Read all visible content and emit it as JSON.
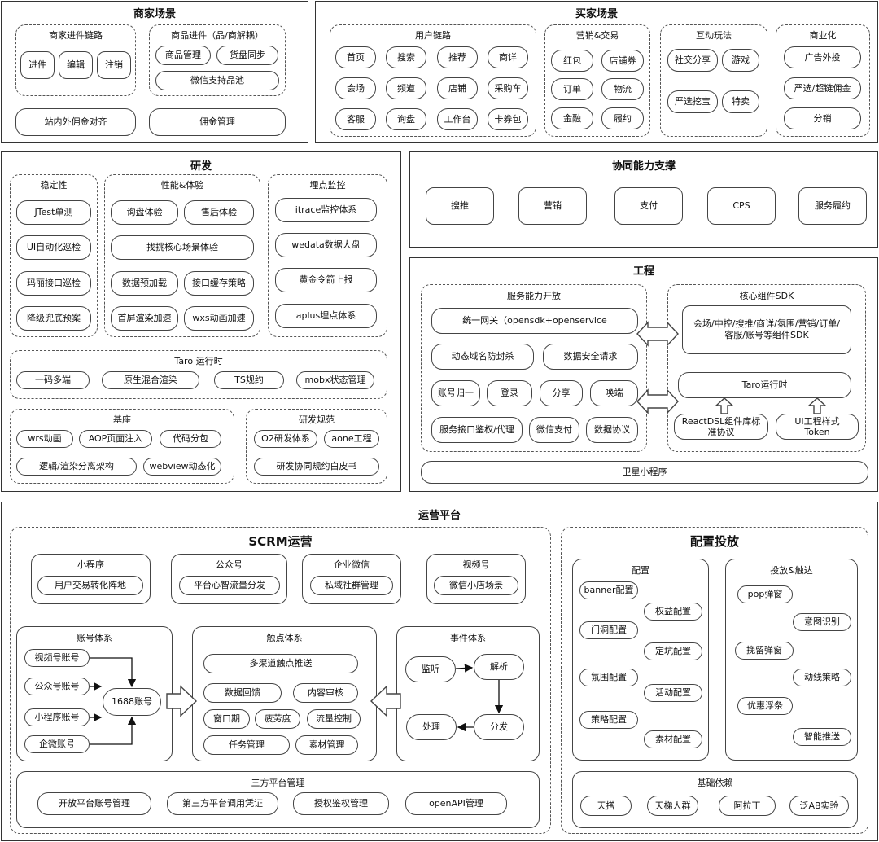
{
  "merchant": {
    "title": "商家场景",
    "g1": {
      "title": "商家进件链路",
      "items": [
        "进件",
        "编辑",
        "注销"
      ]
    },
    "g2": {
      "title": "商品进件（品/商解耦）",
      "items": [
        "商品管理",
        "货盘同步",
        "微信支持品池"
      ]
    },
    "bottom": [
      "站内外佣金对齐",
      "佣金管理"
    ]
  },
  "buyer": {
    "title": "买家场景",
    "user": {
      "title": "用户链路",
      "items": [
        "首页",
        "搜索",
        "推荐",
        "商详",
        "会场",
        "频道",
        "店铺",
        "采购车",
        "客服",
        "询盘",
        "工作台",
        "卡券包"
      ]
    },
    "marketing": {
      "title": "营销&交易",
      "items": [
        "红包",
        "店铺券",
        "订单",
        "物流",
        "金融",
        "履约"
      ]
    },
    "interact": {
      "title": "互动玩法",
      "items": [
        "社交分享",
        "游戏",
        "严选挖宝",
        "特卖"
      ]
    },
    "biz": {
      "title": "商业化",
      "items": [
        "广告外投",
        "严选/超链佣金",
        "分销"
      ]
    }
  },
  "rd": {
    "title": "研发",
    "stability": {
      "title": "稳定性",
      "items": [
        "JTest单测",
        "UI自动化巡检",
        "玛丽接口巡检",
        "降级兜底预案"
      ]
    },
    "perf": {
      "title": "性能&体验",
      "items": [
        "询盘体验",
        "售后体验",
        "找挑核心场景体验",
        "数据预加载",
        "接口缓存策略",
        "首屏渲染加速",
        "wxs动画加速"
      ]
    },
    "track": {
      "title": "埋点监控",
      "items": [
        "itrace监控体系",
        "wedata数据大盘",
        "黄金令箭上报",
        "aplus埋点体系"
      ]
    },
    "taro": {
      "title": "Taro 运行时",
      "items": [
        "一码多端",
        "原生混合渲染",
        "TS规约",
        "mobx状态管理"
      ]
    },
    "base": {
      "title": "基座",
      "items": [
        "wrs动画",
        "AOP页面注入",
        "代码分包",
        "逻辑/渲染分离架构",
        "webview动态化"
      ]
    },
    "spec": {
      "title": "研发规范",
      "items": [
        "O2研发体系",
        "aone工程",
        "研发协同规约白皮书"
      ]
    }
  },
  "collab": {
    "title": "协同能力支撑",
    "items": [
      "搜推",
      "营销",
      "支付",
      "CPS",
      "服务履约"
    ]
  },
  "eng": {
    "title": "工程",
    "svc": {
      "title": "服务能力开放",
      "items": [
        "统一网关（opensdk+openservice",
        "动态域名防封杀",
        "数据安全请求",
        "账号归一",
        "登录",
        "分享",
        "唤端",
        "服务接口鉴权/代理",
        "微信支付",
        "数据协议"
      ]
    },
    "core": {
      "title": "核心组件SDK",
      "sdk": "会场/中控/搜推/商详/氛围/营销/订单/客服/账号等组件SDK",
      "taro": "Taro运行时",
      "react": "ReactDSL组件库标准协议",
      "ui": "UI工程样式Token"
    },
    "satellite": "卫星小程序"
  },
  "ops": {
    "title": "运营平台",
    "scrm": {
      "title": "SCRM运营",
      "channels": [
        {
          "title": "小程序",
          "item": "用户交易转化阵地"
        },
        {
          "title": "公众号",
          "item": "平台心智流量分发"
        },
        {
          "title": "企业微信",
          "item": "私域社群管理"
        },
        {
          "title": "视频号",
          "item": "微信小店场景"
        }
      ],
      "account": {
        "title": "账号体系",
        "items": [
          "视频号账号",
          "公众号账号",
          "小程序账号",
          "企微账号"
        ],
        "center": "1688账号"
      },
      "touch": {
        "title": "触点体系",
        "items": [
          "多渠道触点推送",
          "数据回馈",
          "内容审核",
          "窗口期",
          "疲劳度",
          "流量控制",
          "任务管理",
          "素材管理"
        ]
      },
      "event": {
        "title": "事件体系",
        "items": [
          "监听",
          "解析",
          "分发",
          "处理"
        ]
      },
      "third": {
        "title": "三方平台管理",
        "items": [
          "开放平台账号管理",
          "第三方平台调用凭证",
          "授权鉴权管理",
          "openAPI管理"
        ]
      }
    },
    "config": {
      "title": "配置投放",
      "cfg": {
        "title": "配置",
        "items": [
          "banner配置",
          "权益配置",
          "门洞配置",
          "定坑配置",
          "氛围配置",
          "活动配置",
          "策略配置",
          "素材配置"
        ]
      },
      "reach": {
        "title": "投放&触达",
        "items": [
          "pop弹窗",
          "意图识别",
          "挽留弹窗",
          "动线策略",
          "优惠浮条",
          "智能推送"
        ]
      },
      "dep": {
        "title": "基础依赖",
        "items": [
          "天搭",
          "天梯人群",
          "阿拉丁",
          "泛AB实验"
        ]
      }
    }
  }
}
